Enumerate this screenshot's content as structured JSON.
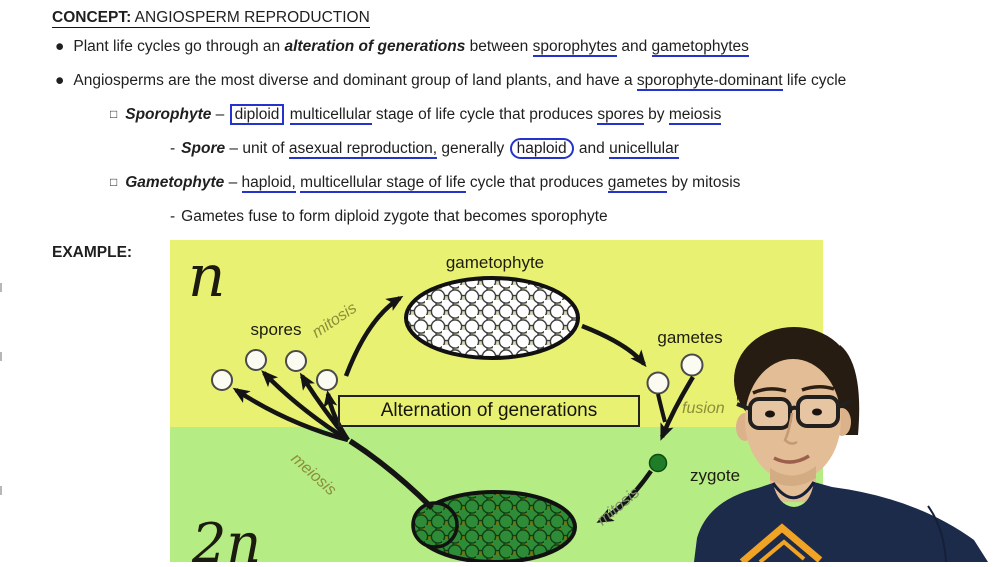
{
  "notes": {
    "title": {
      "label": "CONCEPT:",
      "text": " ANGIOSPERM REPRODUCTION"
    },
    "bullet_char": "●",
    "square_char": "□",
    "dash_char": "-",
    "bullet1": {
      "seg1": "Plant life cycles go through an ",
      "em": "alteration of generations",
      "seg2": " between ",
      "u1": "sporophytes",
      "seg3": " and ",
      "u2": "gametophytes"
    },
    "bullet2": {
      "seg1": "Angiosperms are the most diverse and dominant group of land plants, and have a ",
      "u1": "sporophyte-dominant",
      "seg2": " life cycle"
    },
    "sporophyte_line": {
      "term": "Sporophyte",
      "seg1": " – ",
      "boxed": "diploid",
      "u1": "multicellular",
      "seg2": " stage of life cycle that produces ",
      "u2": "spores",
      "seg3": " by ",
      "u3": "meiosis"
    },
    "spore_line": {
      "term": "Spore",
      "seg1": " – unit of ",
      "u1": "asexual reproduction,",
      "seg2": " generally ",
      "oval": "haploid",
      "seg3": " and ",
      "u2": "unicellular"
    },
    "gametophyte_line": {
      "term": "Gametophyte",
      "seg1": " – ",
      "u1": "haploid,",
      "seg2": " ",
      "u2": "multicellular stage of life",
      "seg3": " cycle that produces ",
      "u3": "gametes",
      "seg4": " by mitosis"
    },
    "gametes_line": {
      "text": "Gametes fuse to form diploid zygote that becomes sporophyte"
    },
    "example_label": "EXAMPLE:"
  },
  "diagram": {
    "haploid_symbol": "n",
    "diploid_symbol": "2n",
    "gametophyte_label": "gametophyte",
    "spores_label": "spores",
    "mitosis_top_label": "mitosis",
    "gametes_label": "gametes",
    "fusion_label": "fusion",
    "zygote_label": "zygote",
    "mitosis_bottom_label": "mitosis",
    "meiosis_label": "meiosis",
    "center_box_label": "Alternation of generations",
    "colors": {
      "haploid_region": "#e9f172",
      "diploid_region": "#b5ec84",
      "annotation_ink_blue": "#2433cc",
      "zygote_green": "#1e7d26",
      "arrow_black": "#141414"
    }
  }
}
